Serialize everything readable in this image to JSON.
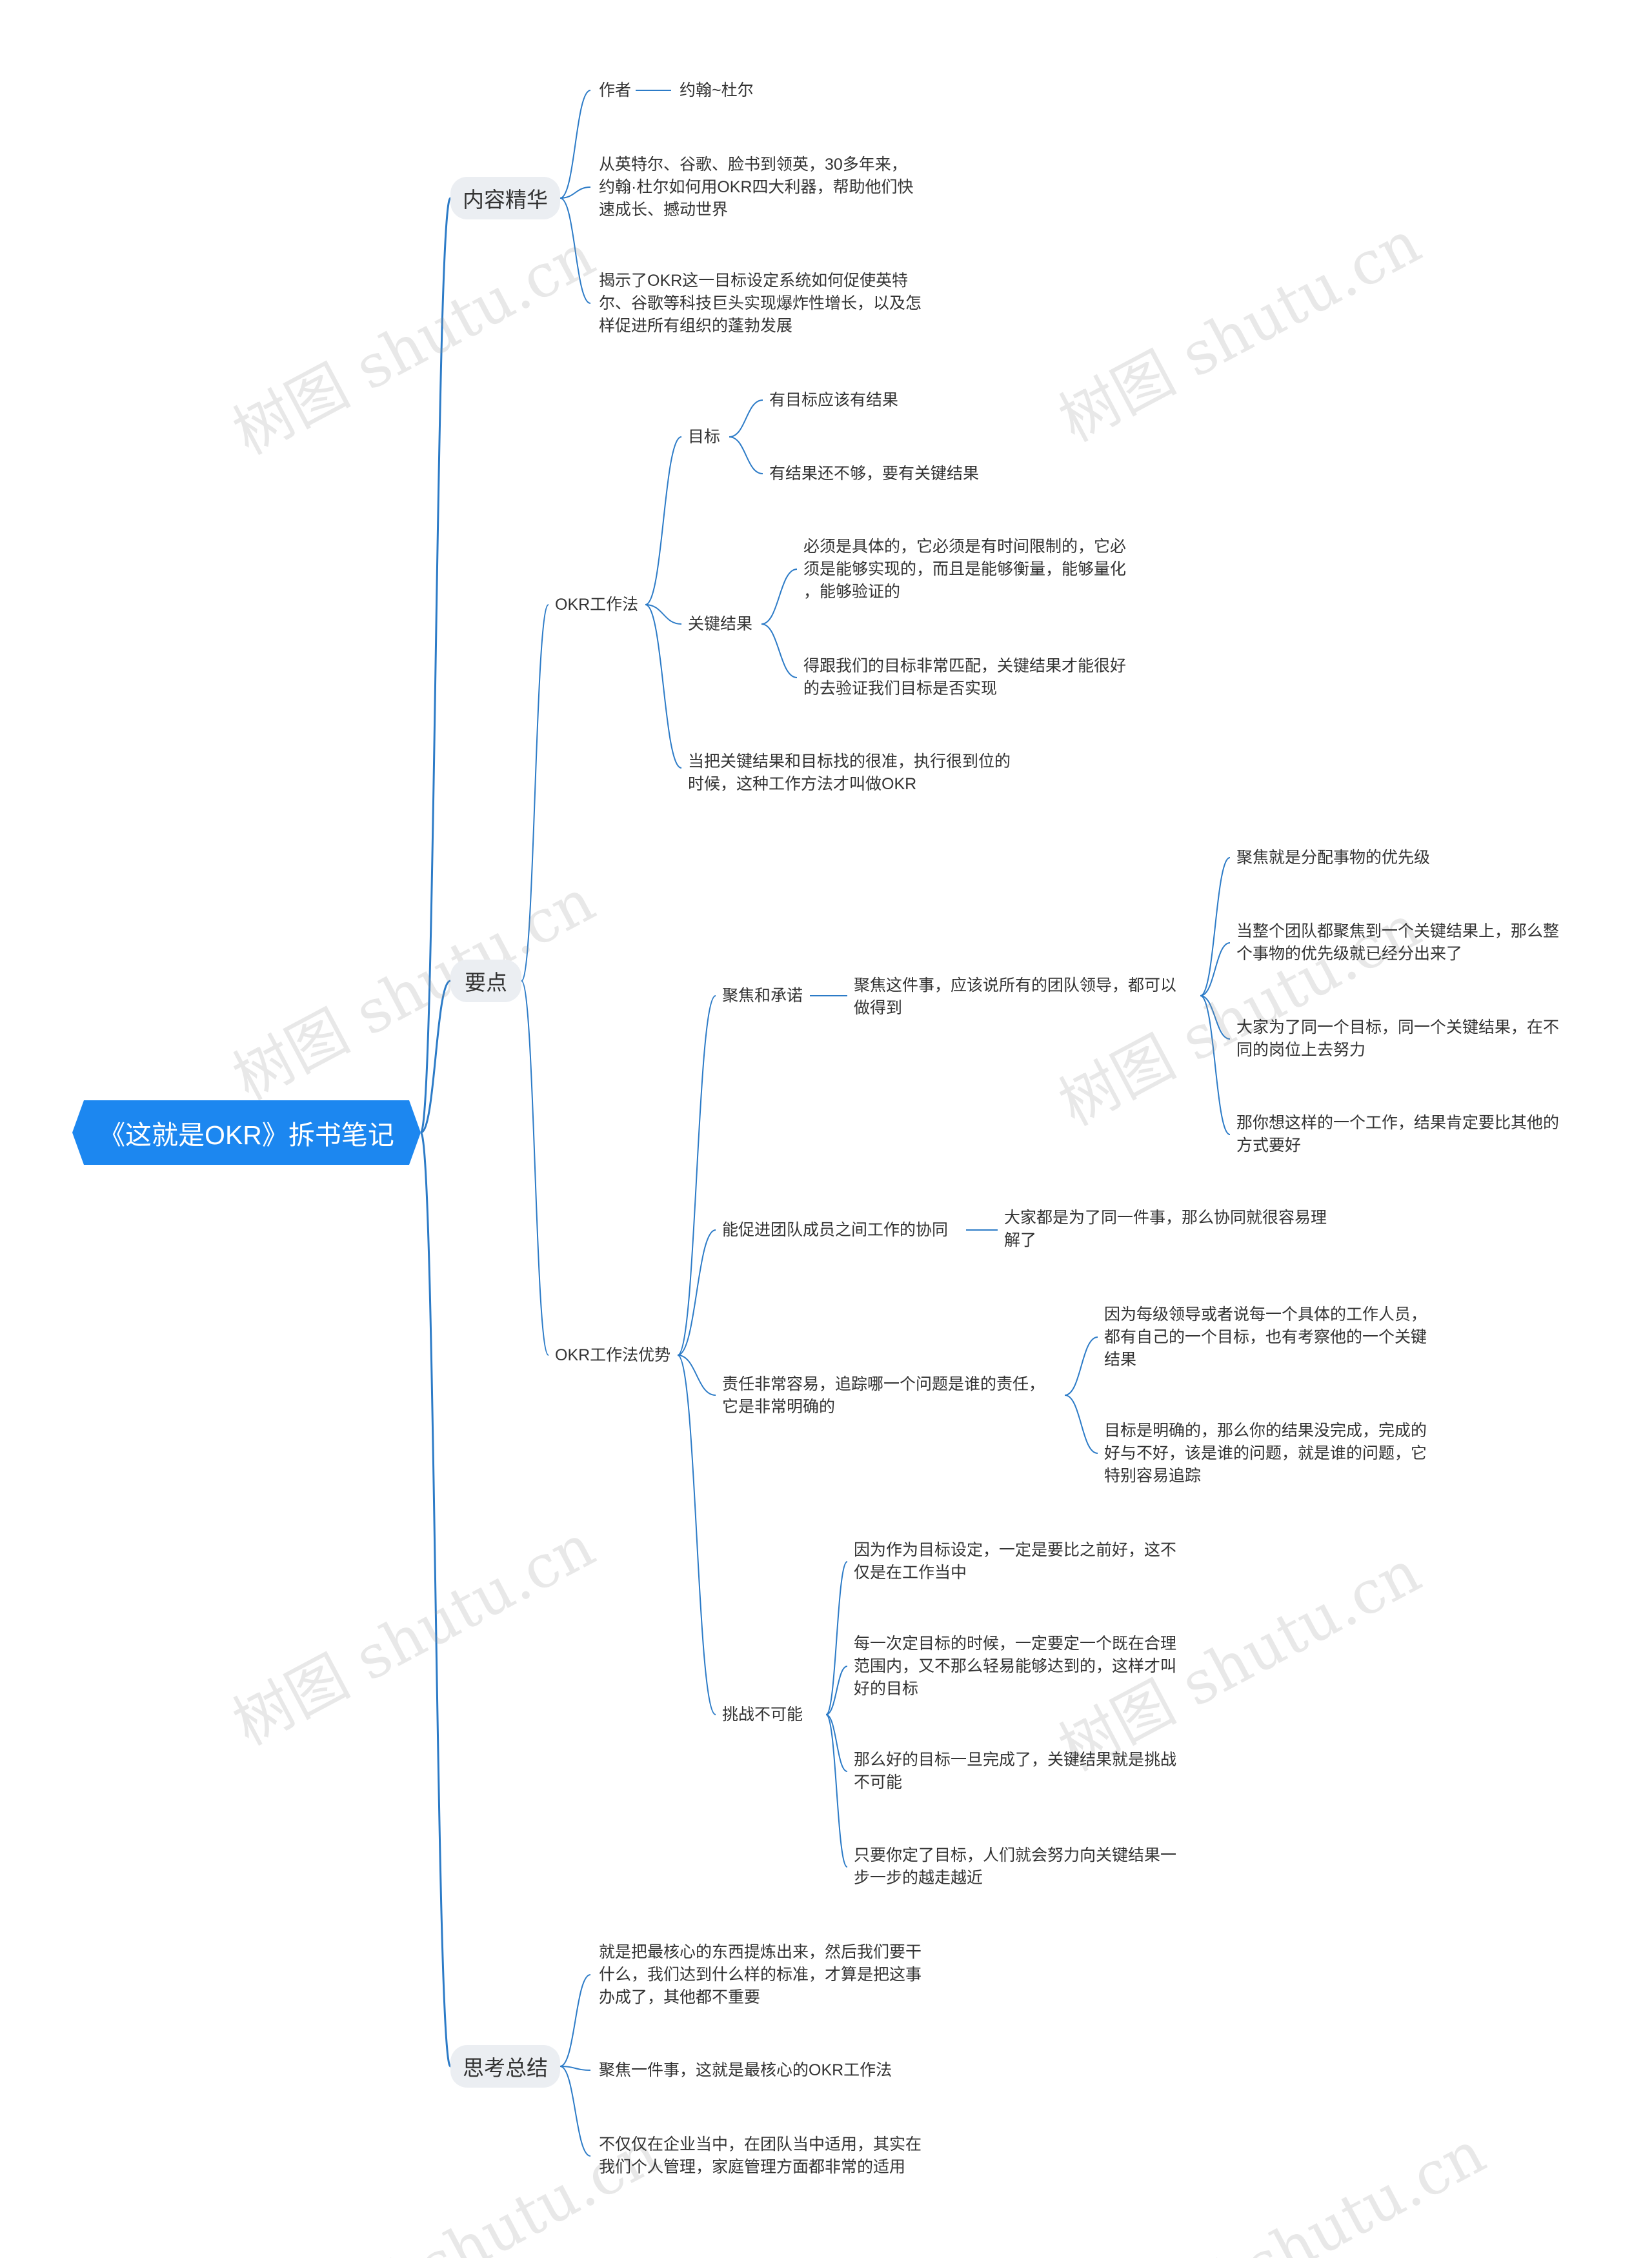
{
  "root": "《这就是OKR》拆书笔记",
  "branches": {
    "b1": {
      "label": "内容精华",
      "author": {
        "label": "作者",
        "value": "约翰~杜尔"
      },
      "desc1": "从英特尔、谷歌、脸书到领英，30多年来，\n约翰·杜尔如何用OKR四大利器，帮助他们快\n速成长、撼动世界",
      "desc2": "揭示了OKR这一目标设定系统如何促使英特\n尔、谷歌等科技巨头实现爆炸性增长，以及怎\n样促进所有组织的蓬勃发展"
    },
    "b2": {
      "label": "要点",
      "okr_method": {
        "label": "OKR工作法",
        "goal": {
          "label": "目标",
          "items": [
            "有目标应该有结果",
            "有结果还不够，要有关键结果"
          ]
        },
        "key_result": {
          "label": "关键结果",
          "items": [
            "必须是具体的，它必须是有时间限制的，它必\n须是能够实现的，而且是能够衡量，能够量化\n，能够验证的",
            "得跟我们的目标非常匹配，关键结果才能很好\n的去验证我们目标是否实现"
          ]
        },
        "note": "当把关键结果和目标找的很准，执行很到位的\n时候，这种工作方法才叫做OKR"
      },
      "okr_advantage": {
        "label": "OKR工作法优势",
        "focus": {
          "label": "聚焦和承诺",
          "mid": "聚焦这件事，应该说所有的团队领导，都可以\n做得到",
          "items": [
            "聚焦就是分配事物的优先级",
            "当整个团队都聚焦到一个关键结果上，那么整\n个事物的优先级就已经分出来了",
            "大家为了同一个目标，同一个关键结果，在不\n同的岗位上去努力",
            "那你想这样的一个工作，结果肯定要比其他的\n方式要好"
          ]
        },
        "collab": {
          "label": "能促进团队成员之间工作的协同",
          "item": "大家都是为了同一件事，那么协同就很容易理\n解了"
        },
        "resp": {
          "label": "责任非常容易，追踪哪一个问题是谁的责任，\n它是非常明确的",
          "items": [
            "因为每级领导或者说每一个具体的工作人员，\n都有自己的一个目标，也有考察他的一个关键\n结果",
            "目标是明确的，那么你的结果没完成，完成的\n好与不好，该是谁的问题，就是谁的问题，它\n特别容易追踪"
          ]
        },
        "challenge": {
          "label": "挑战不可能",
          "items": [
            "因为作为目标设定，一定是要比之前好，这不\n仅是在工作当中",
            "每一次定目标的时候，一定要定一个既在合理\n范围内，又不那么轻易能够达到的，这样才叫\n好的目标",
            "那么好的目标一旦完成了，关键结果就是挑战\n不可能",
            "只要你定了目标，人们就会努力向关键结果一\n步一步的越走越近"
          ]
        }
      }
    },
    "b3": {
      "label": "思考总结",
      "items": [
        "就是把最核心的东西提炼出来，然后我们要干\n什么，我们达到什么样的标准，才算是把这事\n办成了，其他都不重要",
        "聚焦一件事，这就是最核心的OKR工作法",
        "不仅仅在企业当中，在团队当中适用，其实在\n我们个人管理，家庭管理方面都非常的适用"
      ]
    }
  },
  "watermark": "树图 shutu.cn",
  "colors": {
    "root_fill": "#1c87f0",
    "link": "#2c7bc7",
    "branch_fill": "#ebeef2"
  }
}
